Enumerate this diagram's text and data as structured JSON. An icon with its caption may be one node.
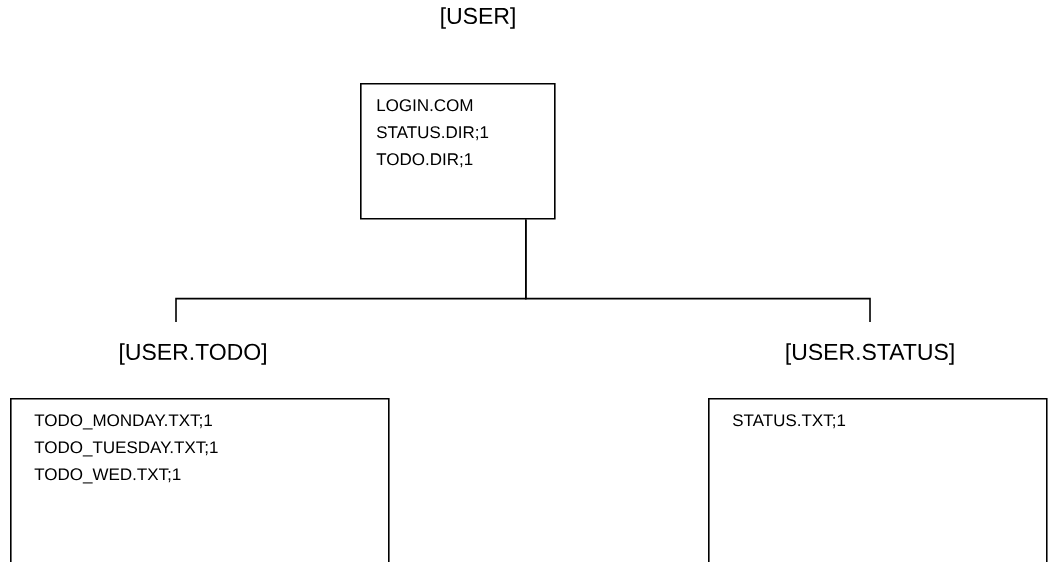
{
  "diagram": {
    "nodes": [
      {
        "text": [
          "[USER]",
          "LOGIN.COM",
          "STATUS.DIR;1",
          "TODO.DIR;1"
        ]
      },
      {
        "text": [
          "[USER.TODO]",
          "TODO_MONDAY.TXT;1",
          "TODO_TUESDAY.TXT;1",
          "TODO_WED.TXT;1"
        ]
      },
      {
        "text": [
          "[USER.STATUS]",
          "STATUS.TXT;1"
        ]
      }
    ],
    "edges": [
      {
        "from": 0,
        "to": 1,
        "arrow": "none"
      },
      {
        "from": 0,
        "to": 2,
        "arrow": "none"
      }
    ]
  }
}
